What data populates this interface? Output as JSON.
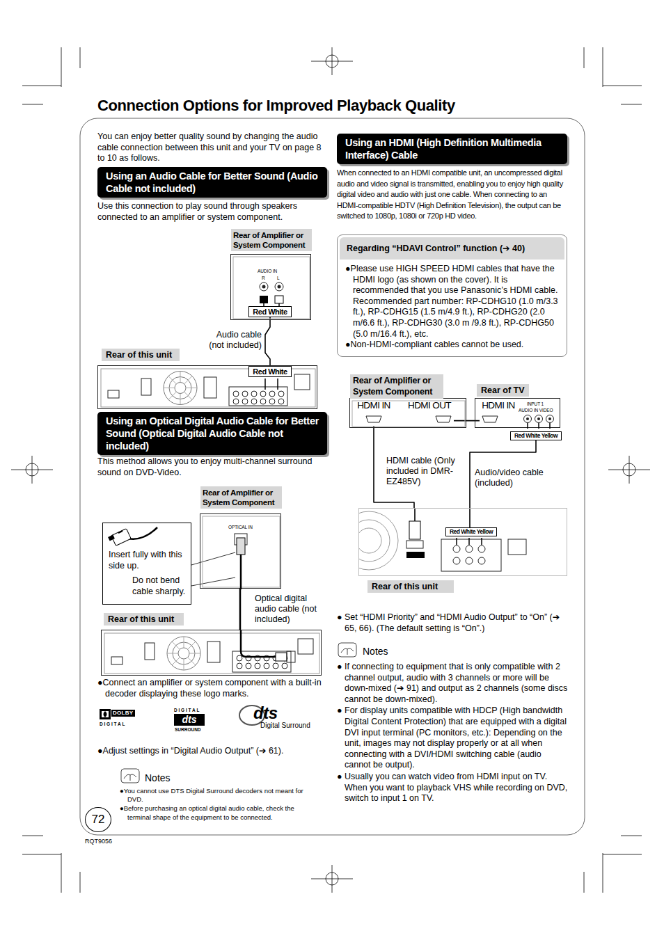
{
  "diagram": {
    "title": "Connection Options for Improved Playback Quality",
    "nodes": [
      {
        "text": [
          "Using an Audio Cable for Better Sound (Audio Cable not included)"
        ]
      },
      {
        "text": [
          "Rear of Amplifier or System Component",
          "AUDIO IN",
          "R",
          "L"
        ]
      },
      {
        "text": [
          "Red White"
        ],
        "in": 1
      },
      {
        "text": [
          "Rear of this unit"
        ]
      },
      {
        "text": [
          "Red White"
        ],
        "in": 3
      },
      {
        "text": [
          "Using an Optical Digital Audio Cable for Better Sound (Optical Digital Audio Cable not included)"
        ]
      },
      {
        "text": [
          "Rear of Amplifier or System Component",
          "OPTICAL IN"
        ]
      },
      {
        "text": [
          "Insert fully with this side up.",
          "Do not bend cable sharply."
        ]
      },
      {
        "text": [
          "Rear of this unit"
        ]
      },
      {
        "text": [
          "Using an HDMI (High Definition Multimedia Interface) Cable"
        ]
      },
      {
        "text": [
          "Regarding “HDAVI Control” function (➔ 40)",
          "●Please use HIGH SPEED HDMI cables that have the HDMI logo (as shown on the cover). It is recommended that you use Panasonic’s HDMI cable. Recommended part number: RP-CDHG10 (1.0 m/3.3 ft.), RP-CDHG15 (1.5 m/4.9 ft.), RP-CDHG20 (2.0 m/6.6 ft.), RP-CDHG30 (3.0 m /9.8 ft.), RP-CDHG50 (5.0 m/16.4 ft.), etc.",
          "●Non-HDMI-compliant cables cannot be used."
        ]
      },
      {
        "text": [
          "Rear of Amplifier or System Component"
        ]
      },
      {
        "text": [
          "HDMI IN"
        ],
        "in": 11
      },
      {
        "text": [
          "HDMI OUT"
        ],
        "in": 11
      },
      {
        "text": [
          "Rear of TV",
          "INPUT 1",
          "AUDIO IN VIDEO"
        ]
      },
      {
        "text": [
          "HDMI IN"
        ],
        "in": 14
      },
      {
        "text": [
          "Red White Yellow"
        ],
        "in": 14
      },
      {
        "text": [
          "Rear of this unit"
        ]
      },
      {
        "text": [
          "Red White Yellow"
        ],
        "in": 17
      },
      {
        "text": [
          "72"
        ]
      }
    ],
    "edges": [
      {
        "from": 2,
        "to": 4,
        "arrow": "none",
        "label": "Audio cable (not included)"
      },
      {
        "from": 6,
        "to": 8,
        "arrow": "none",
        "label": "Optical digital audio cable (not included)"
      },
      {
        "from": 13,
        "to": 15,
        "arrow": "none"
      },
      {
        "from": 12,
        "to": 17,
        "arrow": "none",
        "label": "HDMI cable (Only included in DMR-EZ485V)"
      },
      {
        "from": 16,
        "to": 18,
        "arrow": "none",
        "label": "Audio/video cable (included)"
      }
    ],
    "labels": [
      "You can enjoy better quality sound by changing the audio cable connection between this unit and your TV on page 8 to 10 as follows.",
      "Use this connection to play sound through speakers connected to an amplifier or system component.",
      "This method allows you to enjoy multi-channel surround sound on DVD-Video.",
      "●Connect an amplifier or system component with a built-in decoder displaying these logo marks.",
      "DOLBY",
      "D I G I T A L",
      "D I G I T A L",
      "dts",
      "SURROUND",
      "dts",
      "Digital Surround",
      "●Adjust settings in “Digital Audio Output” (➔ 61).",
      "Notes",
      "●You cannot use DTS Digital Surround decoders not meant for DVD.",
      "●Before purchasing an optical digital audio cable, check the terminal shape of the equipment to be connected.",
      "RQT9056",
      "When connected to an HDMI compatible unit, an uncompressed digital audio and video signal is transmitted, enabling you to enjoy high quality digital video and audio with just one cable. When connecting to an HDMI-compatible HDTV (High Definition Television), the output can be switched to 1080p, 1080i or 720p HD video.",
      "● Set “HDMI Priority” and “HDMI Audio Output” to “On” (➔ 65, 66). (The default setting is “On”.)",
      "Notes",
      "● If connecting to equipment that is only compatible with 2 channel output, audio with 3 channels or more will be down-mixed (➔ 91) and output as 2 channels (some discs cannot be down-mixed).",
      "● For display units compatible with HDCP (High bandwidth Digital Content Protection) that are equipped with a digital DVI input terminal (PC monitors, etc.): Depending on the unit, images may not display properly or at all when connecting with a DVI/HDMI switching cable (audio cannot be output).",
      "● Usually you can watch video from HDMI input on TV. When you want to playback VHS while recording on DVD, switch to input 1 on TV."
    ]
  }
}
